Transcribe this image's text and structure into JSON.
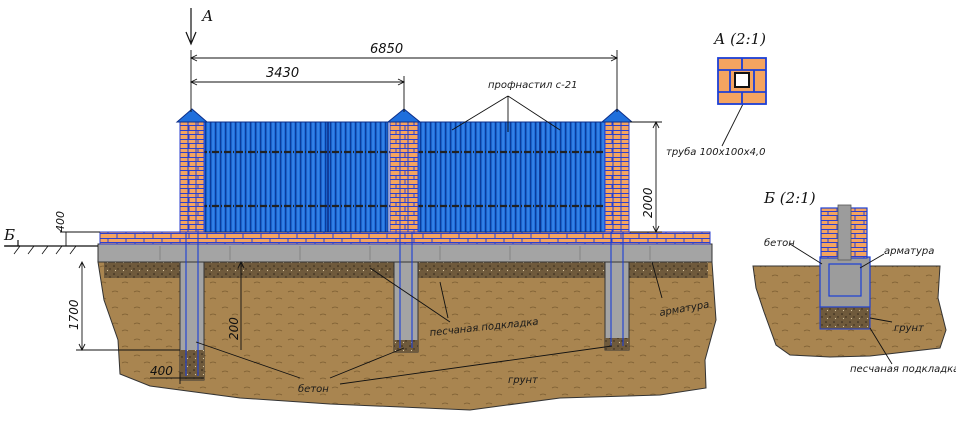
{
  "section_marks": {
    "a": "А",
    "b": "Б"
  },
  "dimensions": {
    "total_length": "6850",
    "span_length": "3430",
    "fence_height": "2000",
    "plinth_height": "400",
    "foundation_depth": "1700",
    "pile_width": "400",
    "sand_bed": "200"
  },
  "labels": {
    "profiled_sheet": "профнастил с-21",
    "post_tube": "труба 100х100х4,0",
    "rebar": "арматура",
    "sand_bed": "песчаная подкладка",
    "concrete": "бетон",
    "soil": "грунт"
  },
  "detail_a": {
    "title": "А (2:1)"
  },
  "detail_b": {
    "title": "Б (2:1)",
    "concrete": "бетон",
    "rebar": "арматура",
    "soil": "грунт",
    "sand_bed": "песчаная подкладка"
  },
  "colors": {
    "sheet_blue": "#1f6fdc",
    "brick": "#f4a460",
    "soil": "#a98550",
    "concrete": "#9c9c9c",
    "outline": "#1c3fd6"
  }
}
